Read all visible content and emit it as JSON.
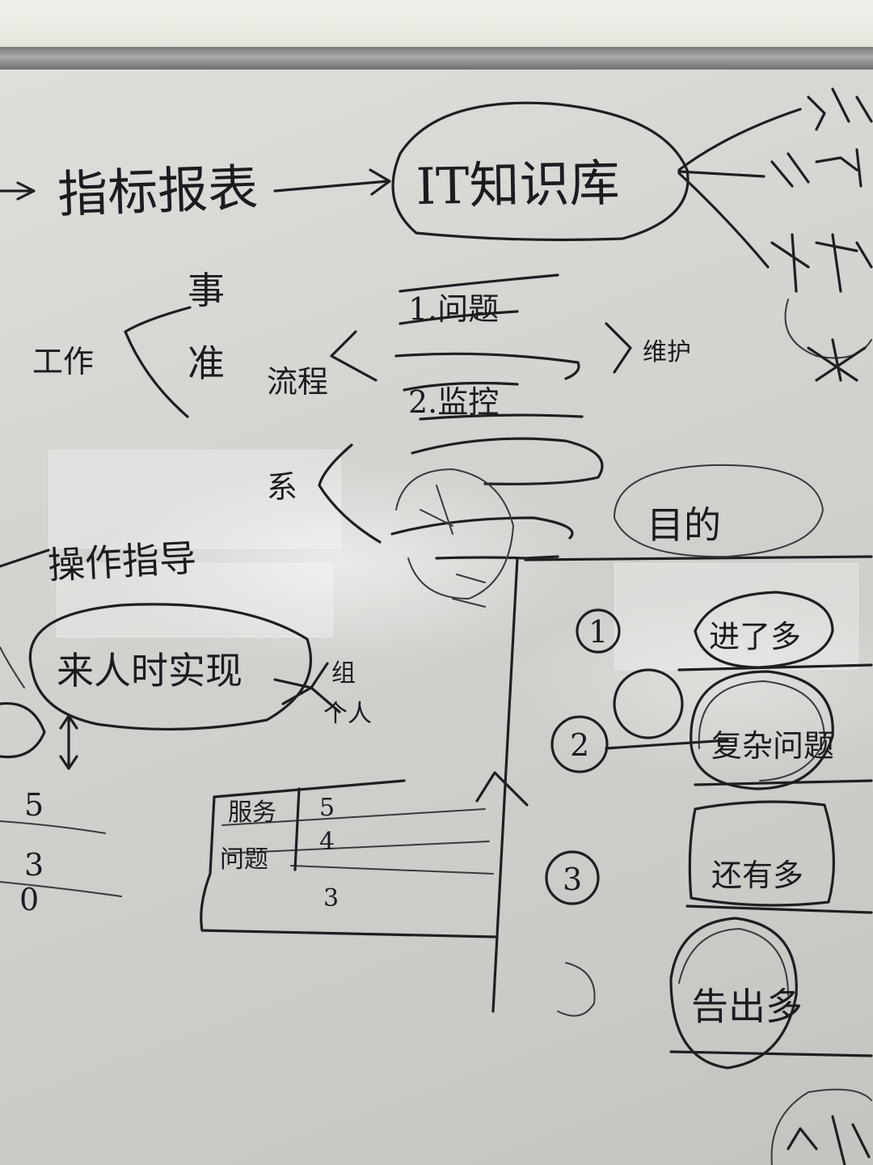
{
  "whiteboard": {
    "row_top": {
      "report": "指标报表",
      "knowledge_base": "IT知识库"
    },
    "left_branch": {
      "work": "工作",
      "matter": "事",
      "standard": "准"
    },
    "center_list": {
      "side_label": "流程",
      "item_1": "1.问题",
      "item_2": "2.监控",
      "side_right": "维护",
      "lower_label": "系"
    },
    "purpose_label": "目的",
    "left_middle": {
      "top_text": "操作指导",
      "oval_text": "来人时实现",
      "right_top": "组",
      "right_bottom": "个人"
    },
    "left_numbers": [
      "5",
      "3",
      "0"
    ],
    "table": {
      "rows": [
        {
          "label": "服务",
          "value": "5"
        },
        {
          "label": "问题",
          "value": "4"
        },
        {
          "label": "",
          "value": "3"
        }
      ]
    },
    "numbered_list": [
      {
        "num": "1",
        "text": "进了多"
      },
      {
        "num": "2",
        "text": "复杂问题"
      },
      {
        "num": "3",
        "text": "还有多"
      }
    ],
    "bottom_right_text": "告出多"
  }
}
